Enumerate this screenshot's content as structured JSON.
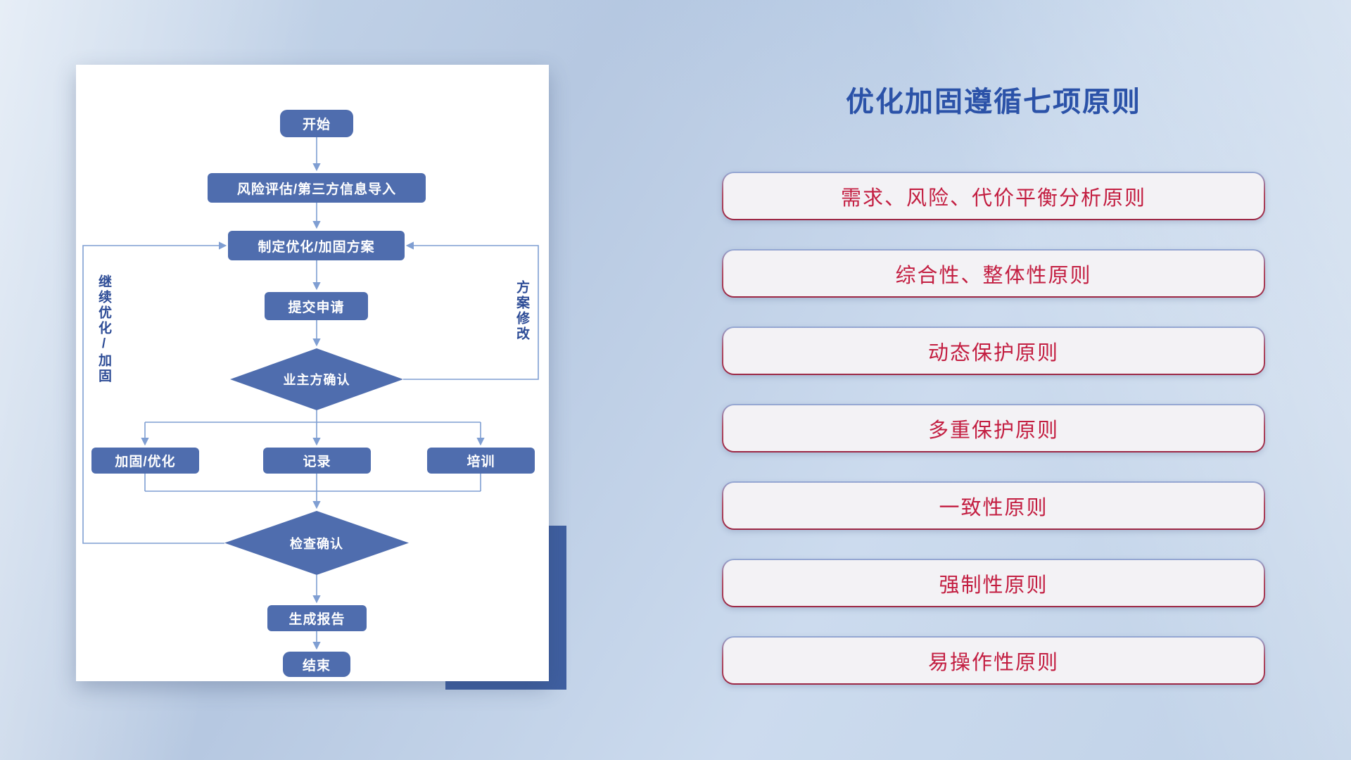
{
  "flowchart": {
    "nodes": {
      "start": "开始",
      "risk_import": "风险评估/第三方信息导入",
      "plan": "制定优化/加固方案",
      "submit": "提交申请",
      "owner_confirm": "业主方确认",
      "harden": "加固/优化",
      "record": "记录",
      "training": "培训",
      "check_confirm": "检查确认",
      "report": "生成报告",
      "end": "结束"
    },
    "edge_labels": {
      "continue_loop": "继续优化/加固",
      "revise_loop": "方案修改"
    }
  },
  "principles": {
    "title": "优化加固遵循七项原则",
    "items": [
      "需求、风险、代价平衡分析原则",
      "综合性、整体性原则",
      "动态保护原则",
      "多重保护原则",
      "一致性原则",
      "强制性原则",
      "易操作性原则"
    ]
  },
  "colors": {
    "node_fill": "#4f6dae",
    "connector": "#7f9ed2",
    "title_blue": "#2b52a8",
    "principle_red": "#c31e41",
    "accent_rect": "#3f5fa0",
    "background_blue": "#bfd1e7"
  }
}
